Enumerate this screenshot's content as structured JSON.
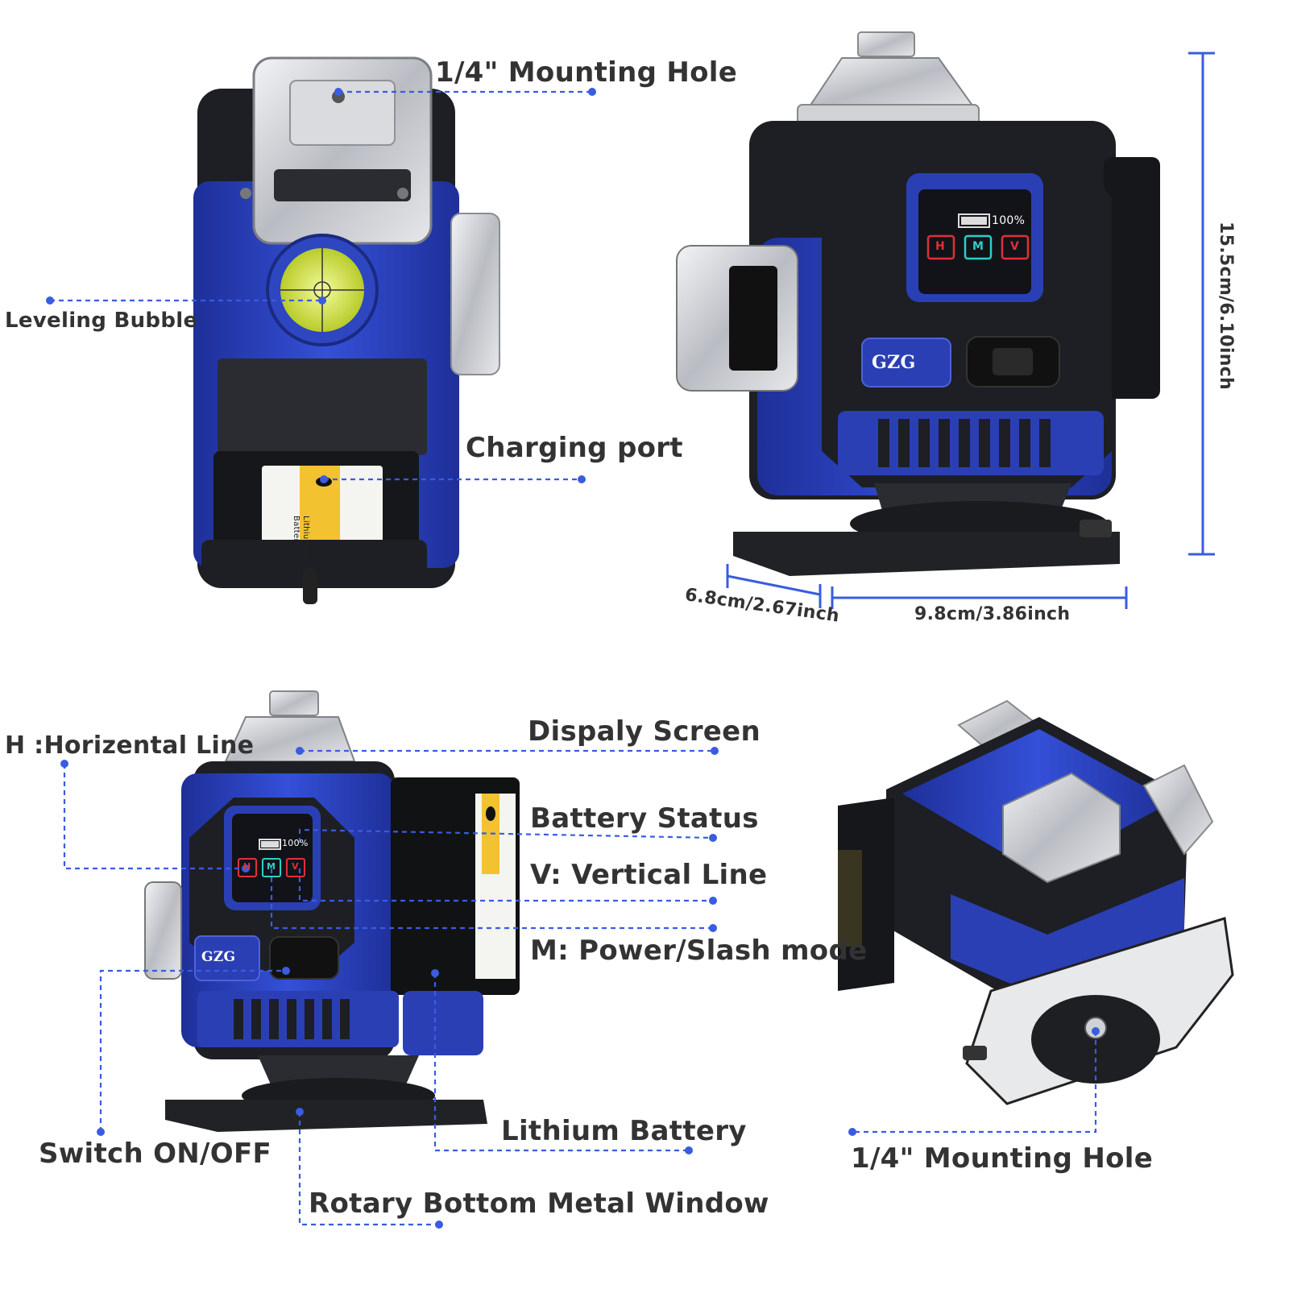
{
  "brand": "GZG",
  "colors": {
    "accent_blue": "#2a43c8",
    "body_blue": "#2b3fb5",
    "body_black": "#1d1f24",
    "metal": "#cfd2d6",
    "label_text": "#333333",
    "bubble_green": "#d8e84a",
    "battery_yellow": "#f2c230",
    "led_red": "#e0303a",
    "led_cyan": "#2ad0c8"
  },
  "labels": {
    "mounting_hole_top": "1/4\" Mounting Hole",
    "leveling_bubble": "Leveling Bubble",
    "charging_port": "Charging port",
    "height_dim": "15.5cm/6.10inch",
    "depth_dim": "6.8cm/2.67inch",
    "width_dim": "9.8cm/3.86inch",
    "horizontal_line": "H :Horizental Line",
    "display_screen": "Dispaly Screen",
    "battery_status": "Battery Status",
    "vertical_line": "V: Vertical Line",
    "power_mode": "M: Power/Slash mode",
    "lithium_battery": "Lithium Battery",
    "switch_on_off": "Switch ON/OFF",
    "rotary_bottom": "Rotary Bottom Metal Window",
    "mounting_hole_bottom": "1/4\" Mounting Hole"
  },
  "display": {
    "battery_percent": "100%",
    "buttons": [
      "H",
      "M",
      "V"
    ]
  },
  "battery_pack": {
    "label_line1": "Lithium-ion",
    "label_line2": "Battery"
  }
}
